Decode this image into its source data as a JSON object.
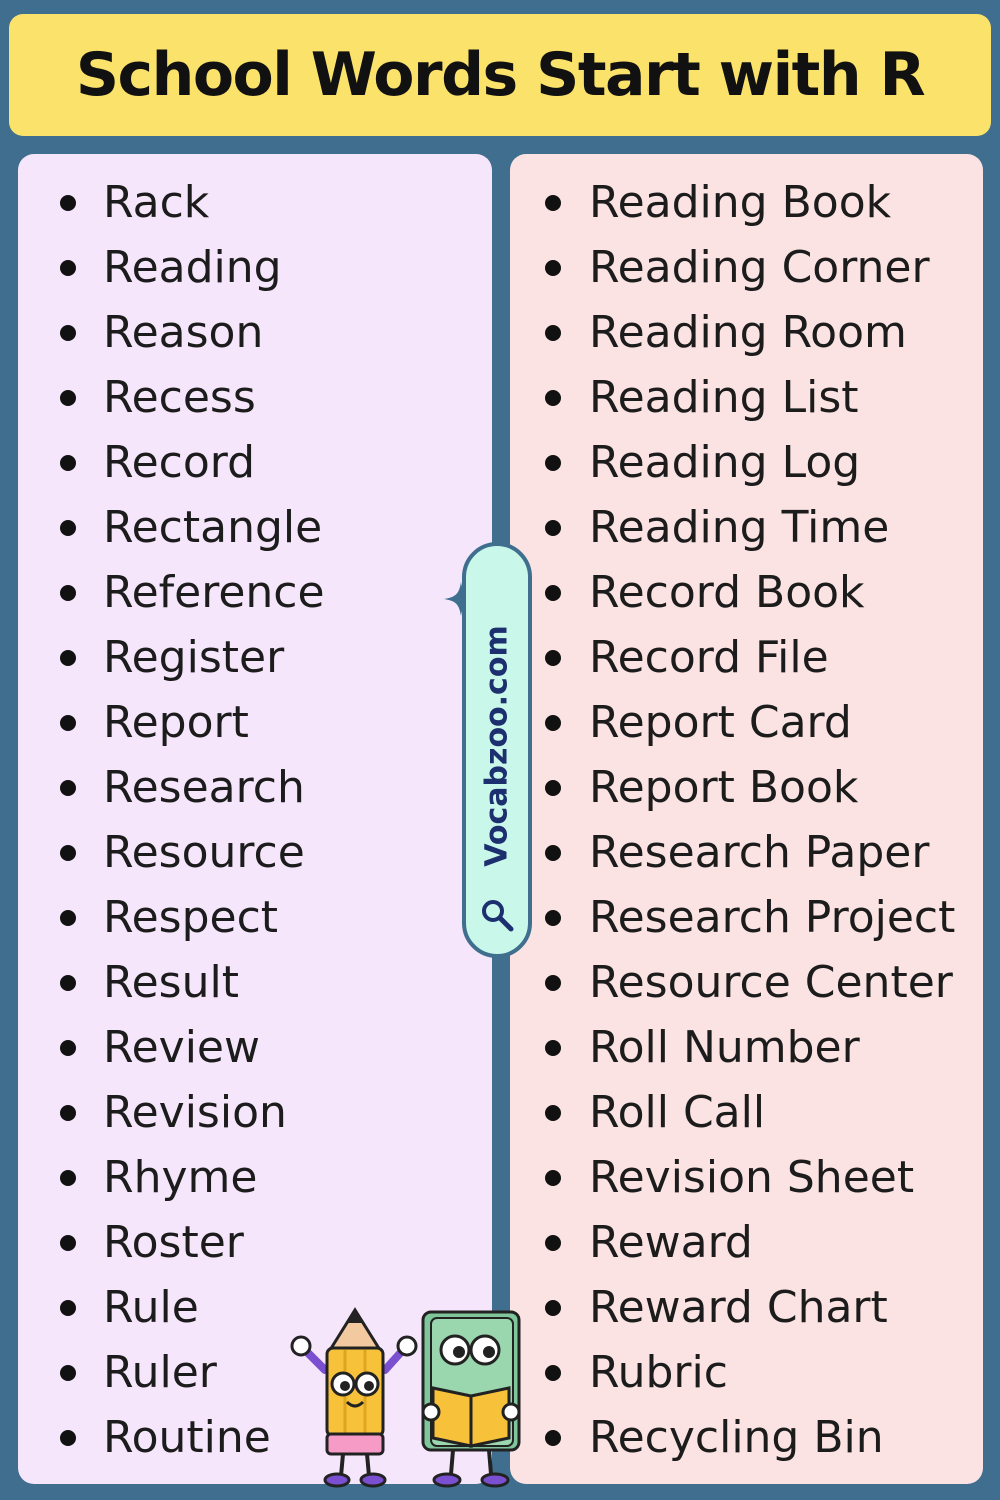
{
  "title": "School Words Start with R",
  "watermark": "Vocabzoo.com",
  "icons": {
    "watermark_search": "magnifier-icon",
    "decoration": "sparkle-icon",
    "mascot_pencil": "pencil-mascot",
    "mascot_book": "book-mascot"
  },
  "colors": {
    "background": "#3f6e8f",
    "title_banner": "#fbe26a",
    "left_panel": "#f6e6fb",
    "right_panel": "#fbe3e3",
    "watermark_pill": "#c9f7e9"
  },
  "left_column": [
    "Rack",
    "Reading",
    "Reason",
    "Recess",
    "Record",
    "Rectangle",
    "Reference",
    "Register",
    "Report",
    "Research",
    "Resource",
    "Respect",
    "Result",
    "Review",
    "Revision",
    "Rhyme",
    "Roster",
    "Rule",
    "Ruler",
    "Routine"
  ],
  "right_column": [
    "Reading Book",
    "Reading Corner",
    "Reading Room",
    "Reading List",
    "Reading Log",
    "Reading Time",
    "Record Book",
    "Record File",
    "Report Card",
    "Report Book",
    "Research Paper",
    "Research Project",
    "Resource Center",
    "Roll Number",
    "Roll Call",
    "Revision Sheet",
    "Reward",
    "Reward Chart",
    "Rubric",
    "Recycling Bin"
  ]
}
